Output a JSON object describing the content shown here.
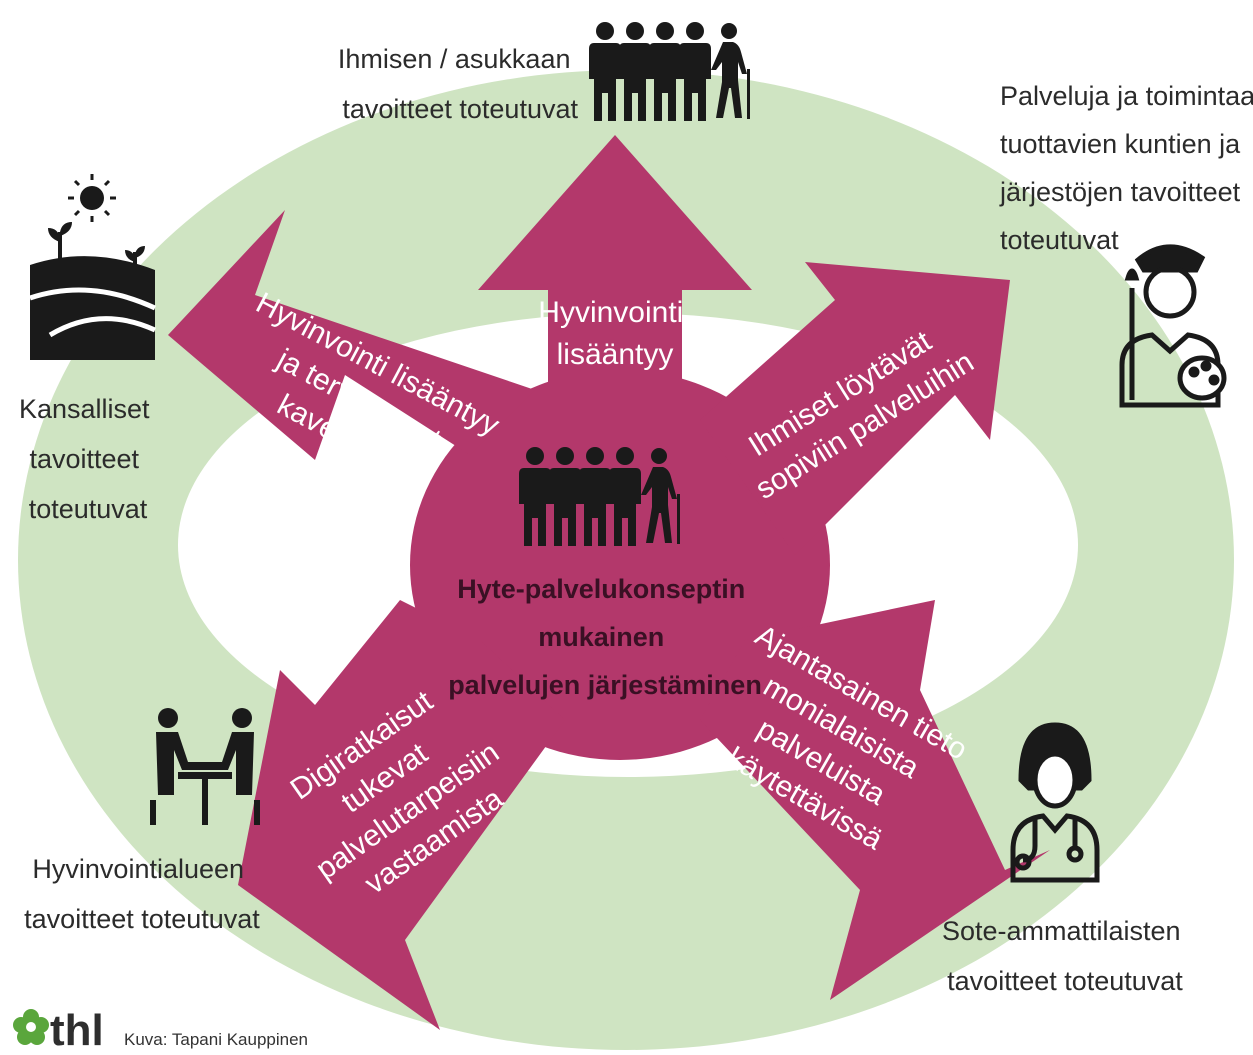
{
  "colors": {
    "ring": "#cfe4c2",
    "arrow": "#b3386b",
    "icon": "#1a1a1a",
    "logo_green": "#5aa63c"
  },
  "center": {
    "lines": [
      "Hyte-palvelukonseptin",
      "mukainen",
      "palvelujen järjestäminen"
    ]
  },
  "arrows": {
    "top": [
      "Hyvinvointi",
      "lisääntyy"
    ],
    "upper_left": [
      "Hyvinvointi lisääntyy",
      "ja terveyserot",
      "kaventuvat"
    ],
    "upper_right": [
      "Ihmiset löytävät",
      "sopiviin palveluihin"
    ],
    "lower_left": [
      "Digiratkaisut",
      "tukevat",
      "palvelutarpeisiin",
      "vastaamista"
    ],
    "lower_right": [
      "Ajantasainen tieto",
      "monialaisista",
      "palveluista",
      "käytettävissä"
    ]
  },
  "outer": {
    "top": [
      "Ihmisen / asukkaan",
      "tavoitteet toteutuvat"
    ],
    "right": [
      "Palveluja ja toimintaa",
      "tuottavien kuntien ja",
      "järjestöjen tavoitteet",
      "toteutuvat"
    ],
    "left": [
      "Kansalliset",
      "tavoitteet",
      "toteutuvat"
    ],
    "bottom_left": [
      "Hyvinvointialueen",
      "tavoitteet toteutuvat"
    ],
    "bottom_right": [
      "Sote-ammattilaisten",
      "tavoitteet toteutuvat"
    ]
  },
  "icons": [
    "people-group-icon",
    "people-group-icon",
    "landscape-sun-icon",
    "artist-painter-icon",
    "meeting-table-icon",
    "doctor-icon",
    "thl-flower-logo-icon"
  ],
  "footer": {
    "logo": "thl",
    "credit": "Kuva: Tapani Kauppinen"
  }
}
